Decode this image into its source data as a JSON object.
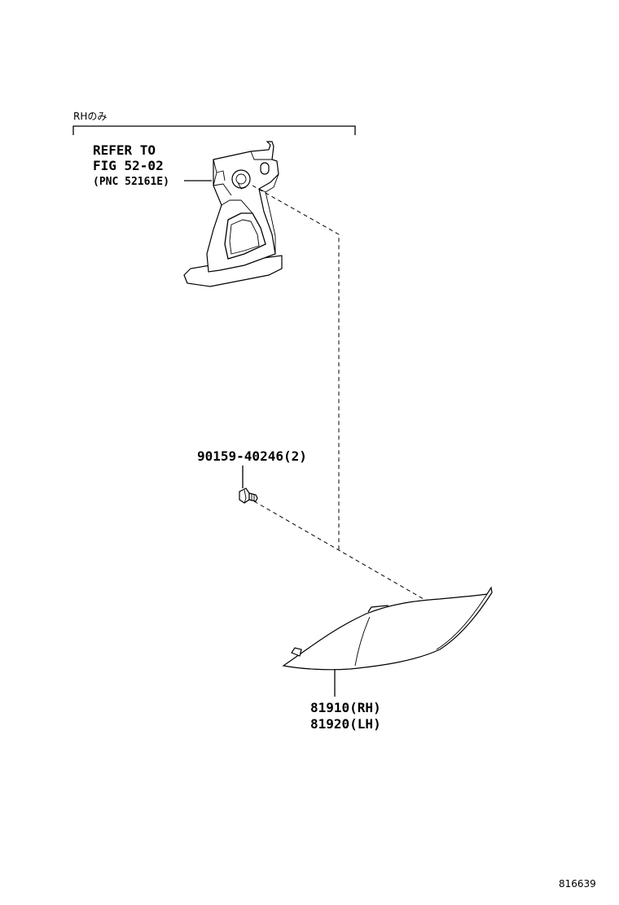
{
  "scope_note": "RHのみ",
  "reference": {
    "line1": "REFER TO",
    "line2": "FIG 52-02",
    "line3": "(PNC 52161E)"
  },
  "bolt": {
    "part_number": "90159-40246(2)",
    "icon": "bolt-icon"
  },
  "lamp": {
    "part_number_rh": "81910(RH)",
    "part_number_lh": "81920(LH)",
    "icon": "lamp-assembly-icon"
  },
  "bracket": {
    "icon": "bracket-icon"
  },
  "illustration_id": "816639"
}
